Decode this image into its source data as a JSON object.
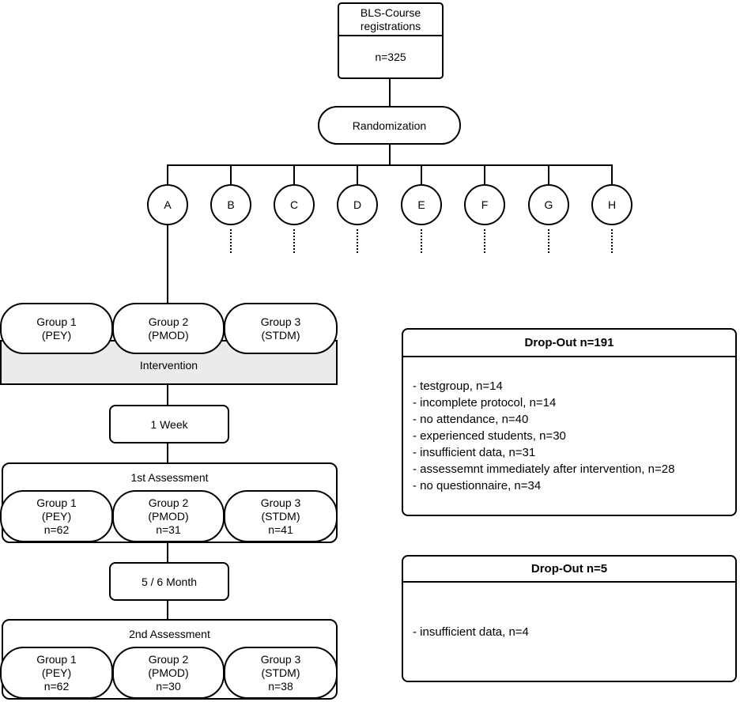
{
  "registration_box": {
    "line1": "BLS-Course",
    "line2": "registrations",
    "count": "n=325"
  },
  "randomization_label": "Randomization",
  "arms": [
    "A",
    "B",
    "C",
    "D",
    "E",
    "F",
    "G",
    "H"
  ],
  "intervention": {
    "label": "Intervention",
    "groups": [
      {
        "name": "Group 1",
        "code": "(PEY)"
      },
      {
        "name": "Group 2",
        "code": "(PMOD)"
      },
      {
        "name": "Group 3",
        "code": "(STDM)"
      }
    ]
  },
  "interval_1": {
    "label": "1 Week"
  },
  "assessment_1": {
    "title": "1st Assessment",
    "groups": [
      {
        "name": "Group 1",
        "code": "(PEY)",
        "n": "n=62"
      },
      {
        "name": "Group 2",
        "code": "(PMOD)",
        "n": "n=31"
      },
      {
        "name": "Group 3",
        "code": "(STDM)",
        "n": "n=41"
      }
    ]
  },
  "interval_2": {
    "label": "5 / 6 Month"
  },
  "assessment_2": {
    "title": "2nd Assessment",
    "groups": [
      {
        "name": "Group 1",
        "code": "(PEY)",
        "n": "n=62"
      },
      {
        "name": "Group 2",
        "code": "(PMOD)",
        "n": "n=30"
      },
      {
        "name": "Group 3",
        "code": "(STDM)",
        "n": "n=38"
      }
    ]
  },
  "dropout_1": {
    "title": "Drop-Out n=191",
    "items": [
      "- testgroup, n=14",
      "- incomplete protocol, n=14",
      "- no attendance, n=40",
      "- experienced students, n=30",
      "- insufficient data, n=31",
      "- assessemnt immediately after intervention, n=28",
      "- no questionnaire, n=34"
    ]
  },
  "dropout_2": {
    "title": "Drop-Out n=5",
    "items": [
      "- insufficient data, n=4"
    ]
  },
  "colors": {
    "line": "#000000",
    "intervention_fill": "#ebebeb",
    "background": "#ffffff"
  }
}
